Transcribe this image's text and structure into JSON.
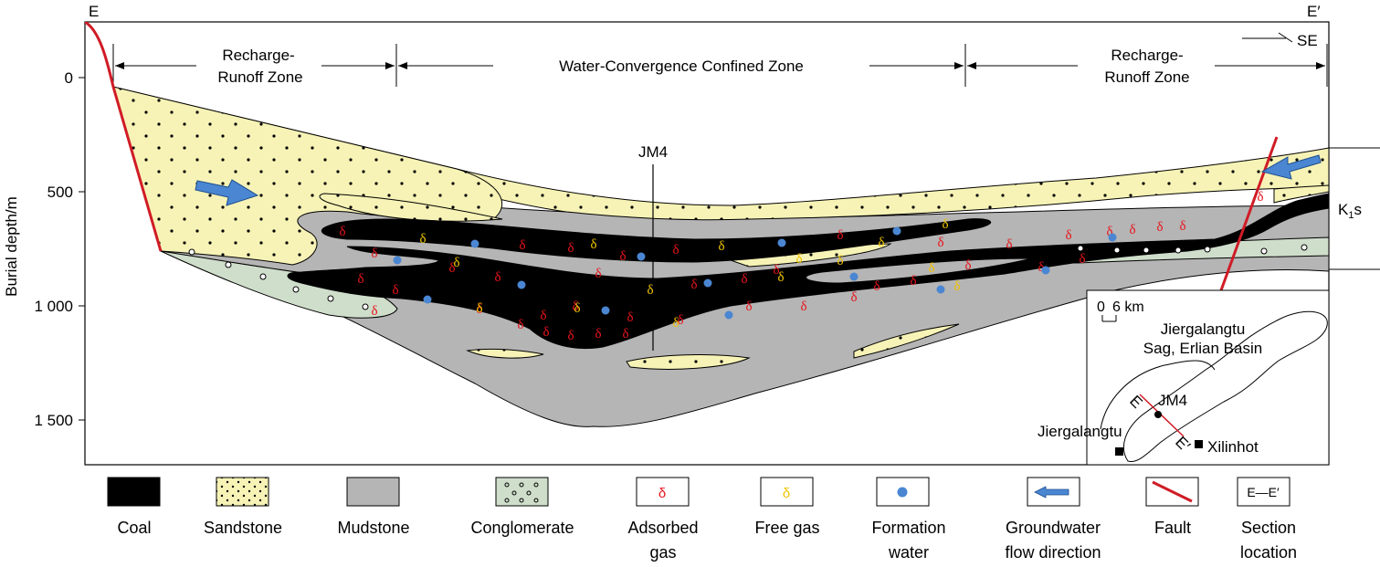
{
  "section": {
    "start_label": "E",
    "end_label": "E′",
    "direction_label": "SE"
  },
  "axis": {
    "ylabel": "Burial depth/m",
    "ticks": [
      "0",
      "500",
      "1 000",
      "1 500"
    ]
  },
  "zones": {
    "left_line1": "Recharge-",
    "left_line2": "Runoff Zone",
    "middle": "Water-Convergence Confined Zone",
    "right_line1": "Recharge-",
    "right_line2": "Runoff Zone"
  },
  "well": {
    "name": "JM4"
  },
  "formation": {
    "label": "K",
    "label_sub": "1",
    "label_suffix": "s"
  },
  "inset": {
    "scale_zero": "0",
    "scale_value": "6 km",
    "title_line1": "Jiergalangtu",
    "title_line2": "Sag, Erlian Basin",
    "well": "JM4",
    "sec_start": "E",
    "sec_end": "E′",
    "town1": "Jiergalangtu",
    "town2": "Xilinhot"
  },
  "legend": {
    "items": [
      {
        "line1": "Coal",
        "line2": ""
      },
      {
        "line1": "Sandstone",
        "line2": ""
      },
      {
        "line1": "Mudstone",
        "line2": ""
      },
      {
        "line1": "Conglomerate",
        "line2": ""
      },
      {
        "line1": "Adsorbed",
        "line2": "gas"
      },
      {
        "line1": "Free gas",
        "line2": ""
      },
      {
        "line1": "Formation",
        "line2": "water"
      },
      {
        "line1": "Groundwater",
        "line2": "flow direction"
      },
      {
        "line1": "Fault",
        "line2": ""
      },
      {
        "line1": "Section",
        "line2": "location"
      }
    ],
    "section_symbol": "E—E′"
  },
  "symbols": {
    "adsorbed_gas": "δ",
    "free_gas": "δ"
  },
  "colors": {
    "coal": "#000000",
    "sandstone": "#f7f3b6",
    "mudstone": "#b5b5b5",
    "conglomerate": "#cfdecb",
    "adsorbed_gas": "#e8141c",
    "free_gas": "#f0c400",
    "water": "#4a86d2",
    "arrow": "#4a86d2",
    "fault": "#d01c26"
  }
}
